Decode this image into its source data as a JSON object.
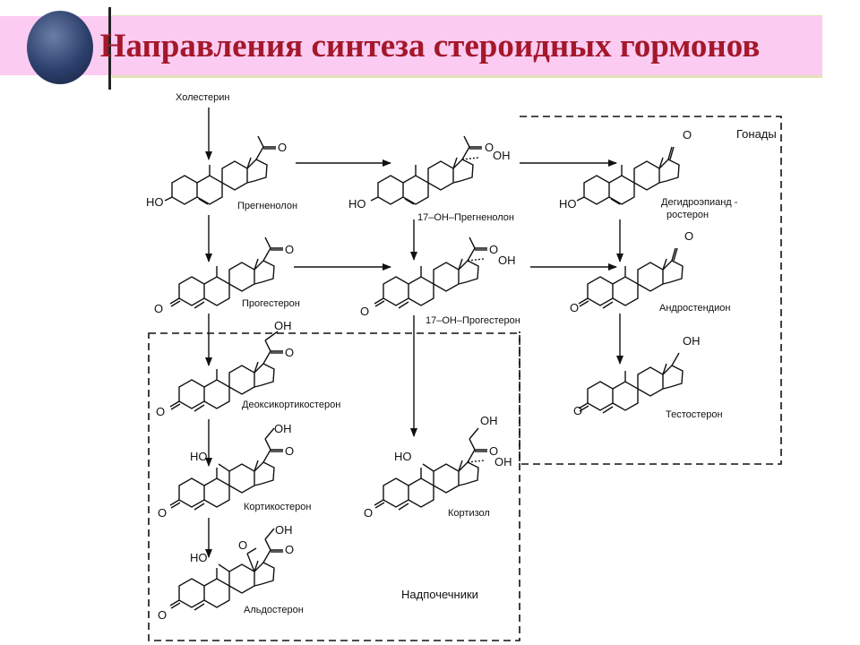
{
  "title": "Направления синтеза стероидных гормонов",
  "start_label": "Холестерин",
  "regions": {
    "gonads": "Гонады",
    "adrenals": "Надпочечники"
  },
  "compounds": {
    "pregnenolone": "Прегненолон",
    "oh17_pregnenolone": "17–ОН–Прегненолон",
    "dhea_line1": "Дегидроэпианд -",
    "dhea_line2": "ростерон",
    "progesterone": "Прогестерон",
    "oh17_progesterone": "17–ОН–Прогестерон",
    "androstenedione": "Андростендион",
    "deoxycorticosterone": "Деоксикортикостерон",
    "testosterone": "Тестостерон",
    "corticosterone": "Кортикостерон",
    "cortisol": "Кортизол",
    "aldosterone": "Альдостерон"
  },
  "atoms": {
    "ho": "HO",
    "oh": "OH",
    "o": "O"
  }
}
